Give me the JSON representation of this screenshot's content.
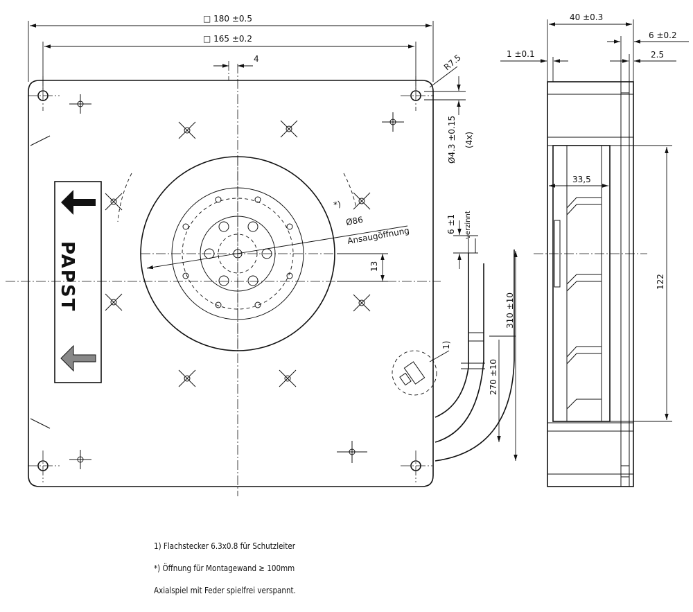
{
  "dims": {
    "outer_square": "□ 180 ±0.5",
    "hole_square": "□ 165 ±0.2",
    "offset_4": "4",
    "corner_radius": "R7.5",
    "hole_dia": "Ø4.3 ±0.15",
    "hole_count": "(4x)",
    "inlet_dia": "Ø86",
    "inlet_label": "Ansaugöffnung",
    "star_mark": "*)",
    "offset_13": "13",
    "tinned_len": "6 ±1",
    "tinned_label": "verzinnt",
    "lead_310": "310 ±10",
    "lead_270": "270 ±10",
    "ref_1": "1)",
    "depth_40": "40 ±0.3",
    "flange_6": "6 ±0.2",
    "gap_1": "1 ±0.1",
    "gap_2_5": "2.5",
    "hub_33_5": "33,5",
    "height_122": "122"
  },
  "label": {
    "brand": "PAPST"
  },
  "notes": [
    "1) Flachstecker 6.3x0.8 für Schutzleiter",
    "*) Öffnung für Montagewand ≥ 100mm",
    "Axialspiel mit Feder spielfrei verspannt."
  ]
}
